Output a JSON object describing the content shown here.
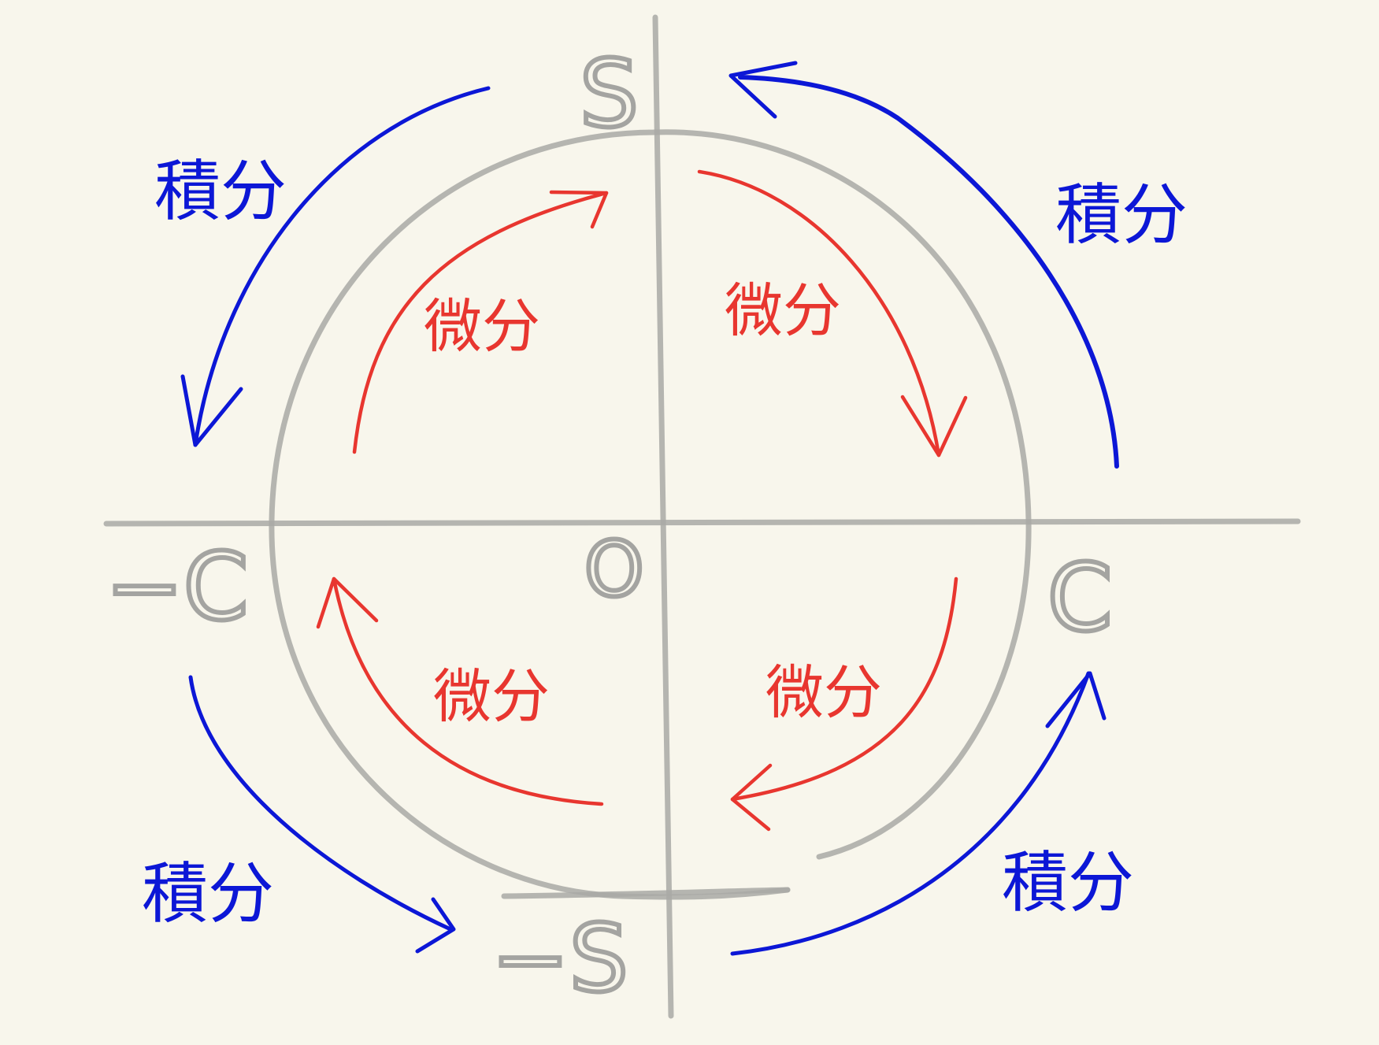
{
  "canvas": {
    "background": "#f8f6ec"
  },
  "colors": {
    "pencil": "#a9a9a6",
    "differentiation": "#e8362f",
    "integration": "#0c17d6"
  },
  "axis_labels": {
    "top": "S",
    "bottom": "−S",
    "right": "C",
    "left": "−C",
    "origin": "O"
  },
  "arrows": {
    "inner_label": "微分",
    "outer_label": "積分",
    "inner_direction": "clockwise",
    "outer_direction": "counter-clockwise"
  },
  "labels": {
    "inner_top_left": "微分",
    "inner_top_right": "微分",
    "inner_bottom_left": "微分",
    "inner_bottom_right": "微分",
    "outer_top_left": "積分",
    "outer_top_right": "積分",
    "outer_bottom_left": "積分",
    "outer_bottom_right": "積分"
  }
}
